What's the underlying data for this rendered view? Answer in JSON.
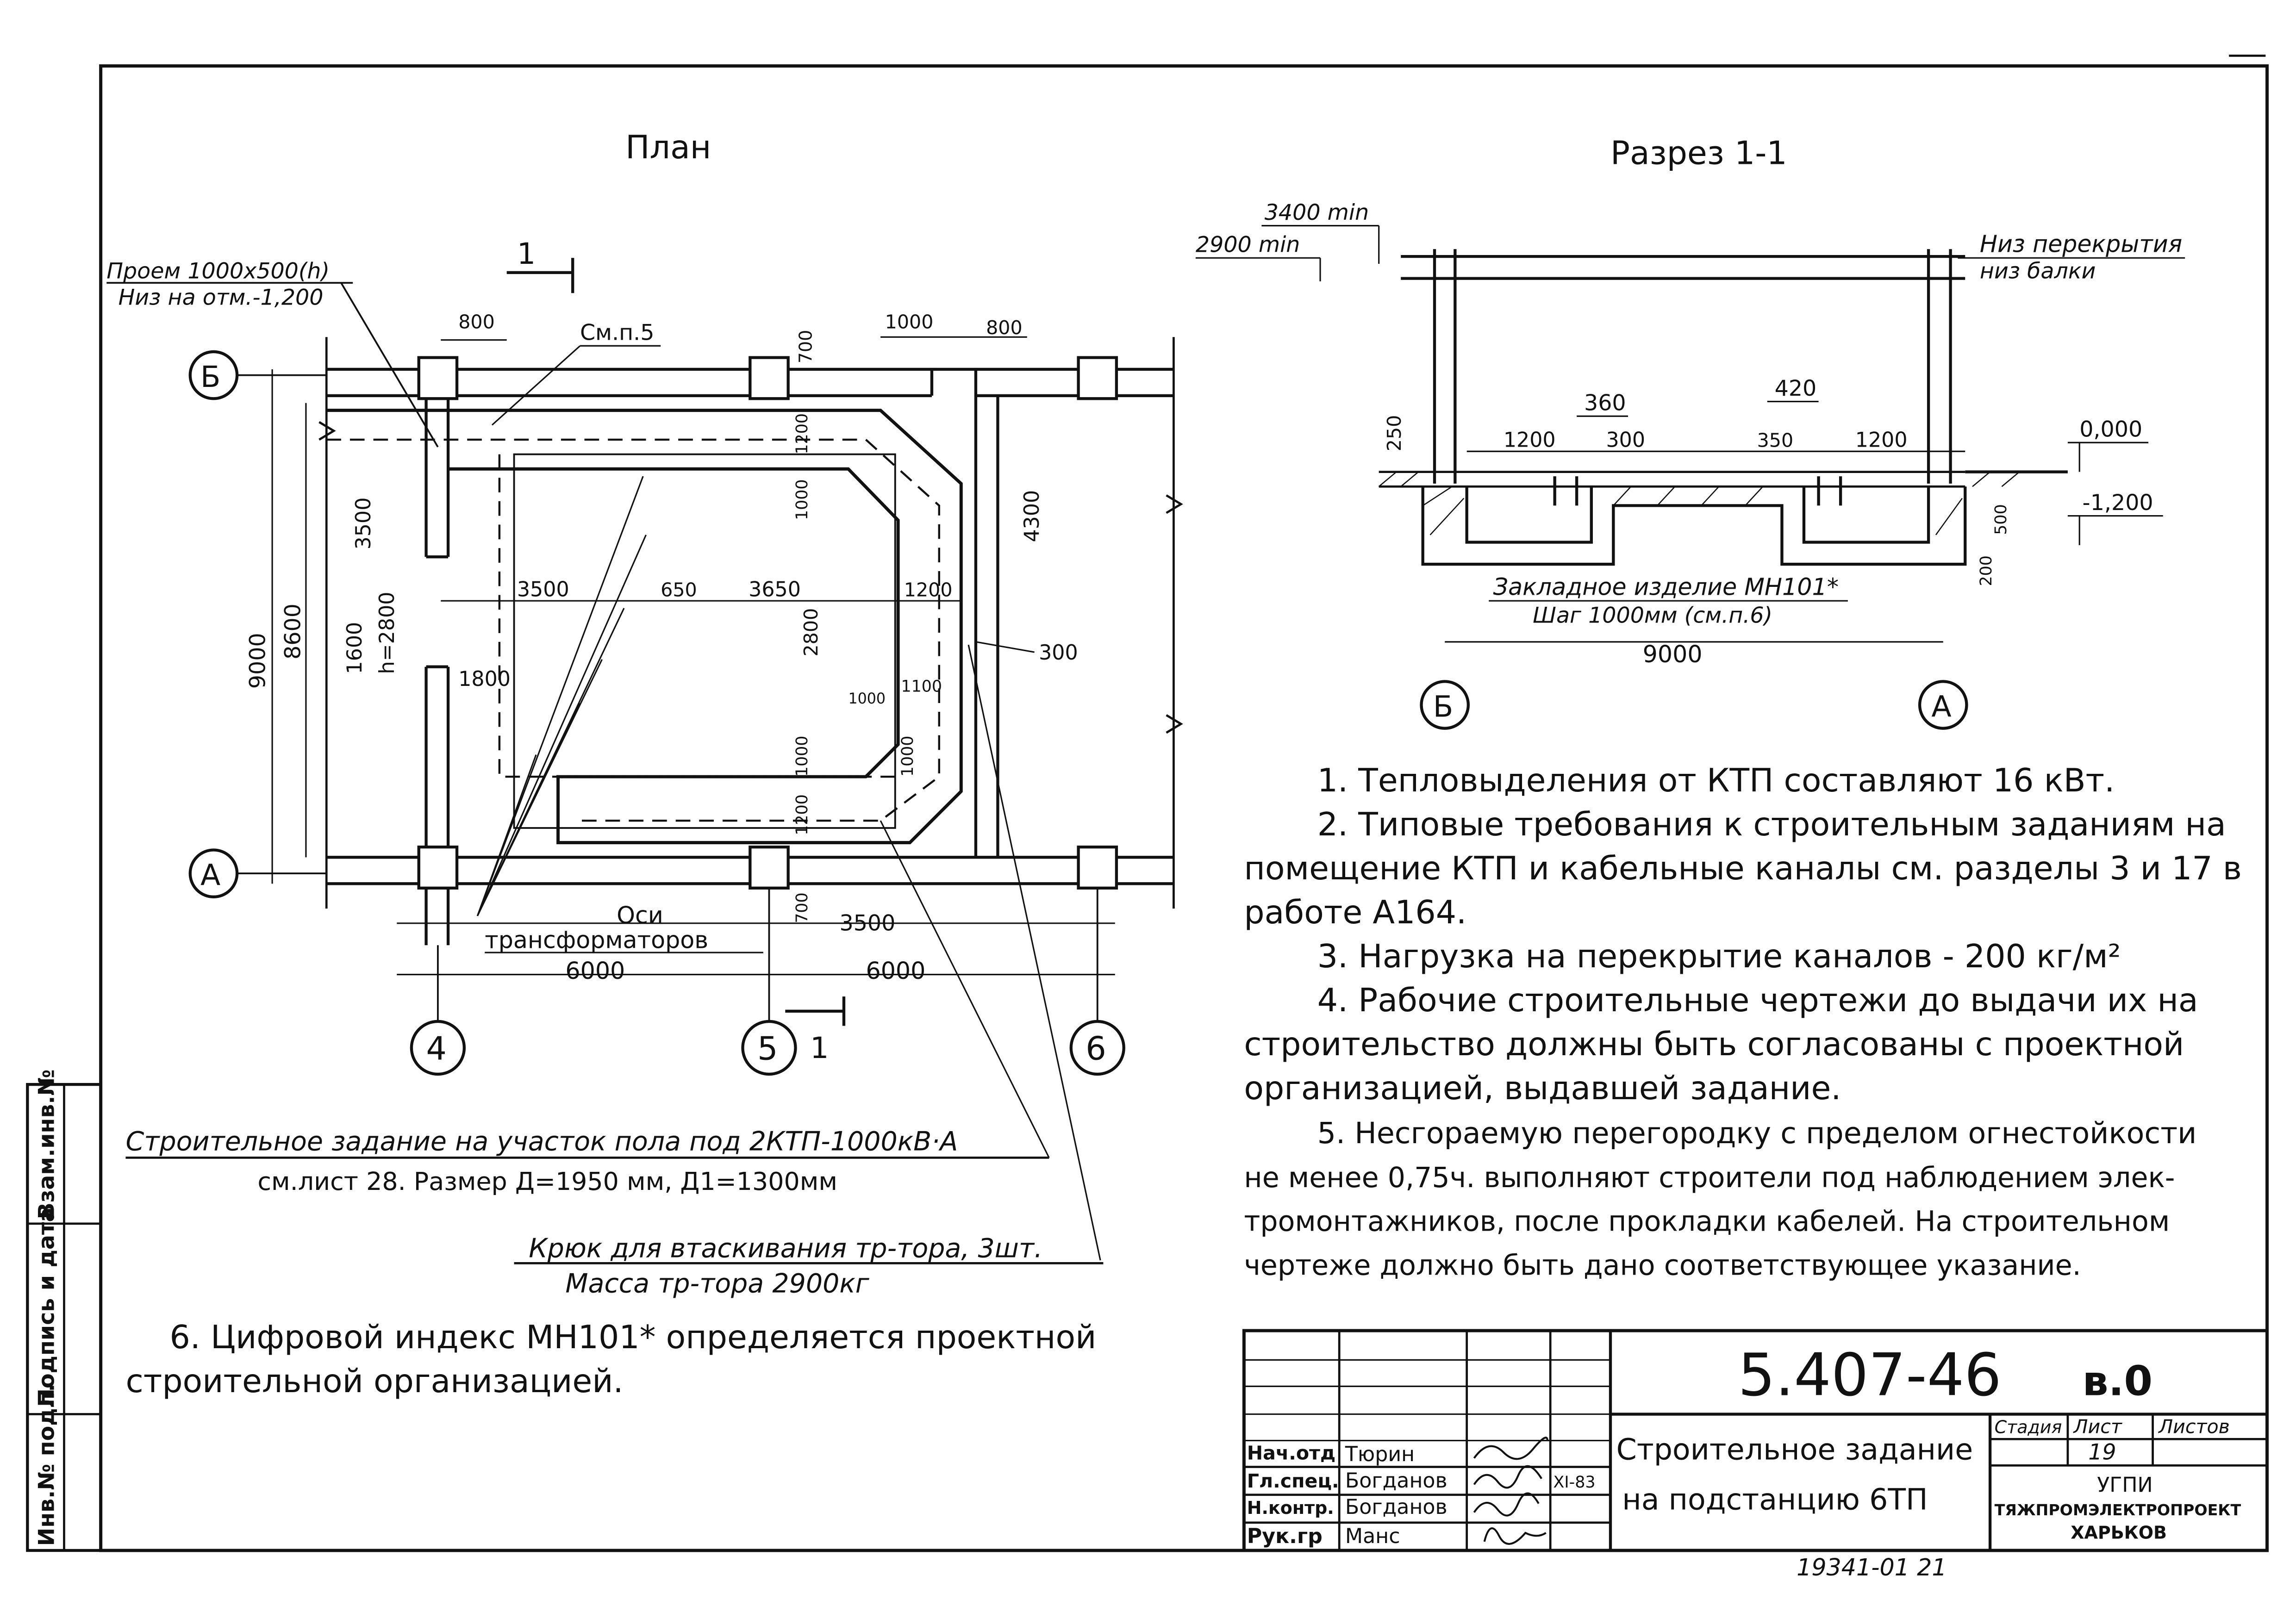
{
  "plan": {
    "title": "План",
    "opening_line1": "Проем 1000х500(h)",
    "opening_line2": "Низ на отм.-1,200",
    "see_note": "См.п.5",
    "dims": {
      "d800a": "800",
      "d700a": "700",
      "d1000a": "1000",
      "d800b": "800",
      "d1200a": "1200",
      "d1000b": "1000",
      "d4300": "4300",
      "d3500a": "3500",
      "d9000": "9000",
      "d8600": "8600",
      "d1600": "1600",
      "h2800": "h=2800",
      "d3500b": "3500",
      "d650": "650",
      "d3650": "3650",
      "d1200b": "1200",
      "d2800": "2800",
      "d300": "300",
      "d1800": "1800",
      "d1000c": "1000",
      "d1100": "1100",
      "d1000d": "1000",
      "d1000e": "1000",
      "d1200c": "1200",
      "d700b": "700",
      "d3500c": "3500",
      "d6000a": "6000",
      "d6000b": "6000"
    },
    "axes_label1": "Оси",
    "axes_label2": "трансформаторов",
    "axis_B": "Б",
    "axis_A": "А",
    "axis_4": "4",
    "axis_5": "5",
    "axis_6": "6",
    "section_mark": "1"
  },
  "section": {
    "title": "Разрез 1-1",
    "d3400": "3400 min",
    "d2900": "2900 min",
    "ceiling_note1": "Низ перекрытия",
    "ceiling_note2": "низ балки",
    "d360": "360",
    "d420": "420",
    "d250": "250",
    "d1200a": "1200",
    "d300": "300",
    "d350": "350",
    "d1200b": "1200",
    "level0": "0,000",
    "level1": "-1,200",
    "d500": "500",
    "d200": "200",
    "embed1": "Закладное изделие МН101*",
    "embed2": "Шаг 1000мм (см.п.6)",
    "d9000": "9000",
    "axis_B": "Б",
    "axis_A": "А"
  },
  "annotations": {
    "floor_task1": "Строительное задание на участок пола под 2КТП-1000кВ·А",
    "floor_task2": "см.лист 28. Размер Д=1950 мм, Д1=1300мм",
    "hook1": "Крюк для втаскивания тр-тора, 3шт.",
    "hook2": "Масса тр-тора 2900кг"
  },
  "notes": {
    "n1": "1. Тепловыделения от КТП составляют 16 кВт.",
    "n2a": "2. Типовые требования к строительным заданиям на",
    "n2b": "помещение КТП и кабельные каналы см. разделы 3 и 17 в",
    "n2c": "работе А164.",
    "n3": "3. Нагрузка на перекрытие каналов - 200 кг/м²",
    "n4a": "4. Рабочие строительные чертежи до выдачи их на",
    "n4b": "строительство должны быть согласованы с проектной",
    "n4c": "организацией, выдавшей задание.",
    "n5a": "5. Несгораемую перегородку с пределом огнестойкости",
    "n5b": "не менее 0,75ч. выполняют строители под наблюдением элек-",
    "n5c": "тромонтажников, после прокладки кабелей. На строительном",
    "n5d": "чертеже должно быть дано соответствующее указание.",
    "n6a": "6. Цифровой индекс МН101* определяется проектной",
    "n6b": "строительной организацией."
  },
  "stamp": {
    "code": "5.407-46",
    "suffix": "в.0",
    "title1": "Строительное задание",
    "title2": "на подстанцию 6ТП",
    "stage_label": "Стадия",
    "sheet_label": "Лист",
    "sheets_label": "Листов",
    "sheet_no": "19",
    "org1": "УГПИ",
    "org2": "ТЯЖПРОМЭЛЕКТРОПРОЕКТ",
    "org3": "ХАРЬКОВ",
    "date": "XI-83",
    "rows": [
      {
        "role": "Нач.отд",
        "name": "Тюрин"
      },
      {
        "role": "Гл.спец.",
        "name": "Богданов"
      },
      {
        "role": "Н.контр.",
        "name": "Богданов"
      },
      {
        "role": "Рук.гр",
        "name": "Манс"
      }
    ]
  },
  "side_strip": {
    "inv_podl": "Инв.№ подл.",
    "signature_date": "Подпись и дата",
    "vzam_inv": "Взам.инв.№"
  },
  "footer_number": "19341-01 21"
}
